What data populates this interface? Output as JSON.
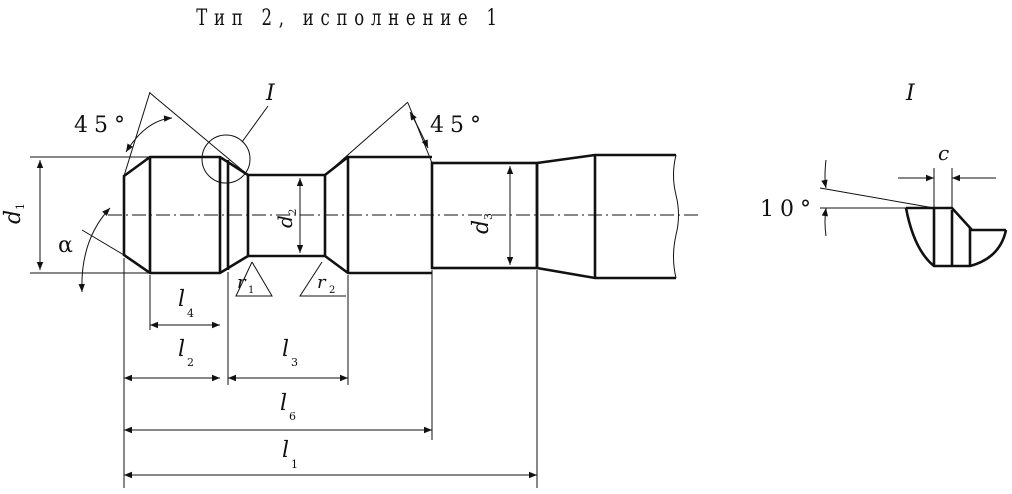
{
  "title": "Тип 2, исполнение 1",
  "detail_label": "I",
  "labels": {
    "detail_callout": "I",
    "angle_45_left": "45°",
    "angle_45_right": "45°",
    "alpha": "α",
    "d1": "d",
    "d1_sub": "1",
    "d2": "d",
    "d2_sub": "2",
    "d3": "d",
    "d3_sub": "3",
    "r1": "r",
    "r1_sub": "1",
    "r2": "r",
    "r2_sub": "2",
    "l4": "l",
    "l4_sub": "4",
    "l2": "l",
    "l2_sub": "2",
    "l3": "l",
    "l3_sub": "3",
    "l6": "l",
    "l6_sub": "6",
    "l1": "l",
    "l1_sub": "1",
    "detail_c": "c",
    "detail_angle": "10°"
  }
}
